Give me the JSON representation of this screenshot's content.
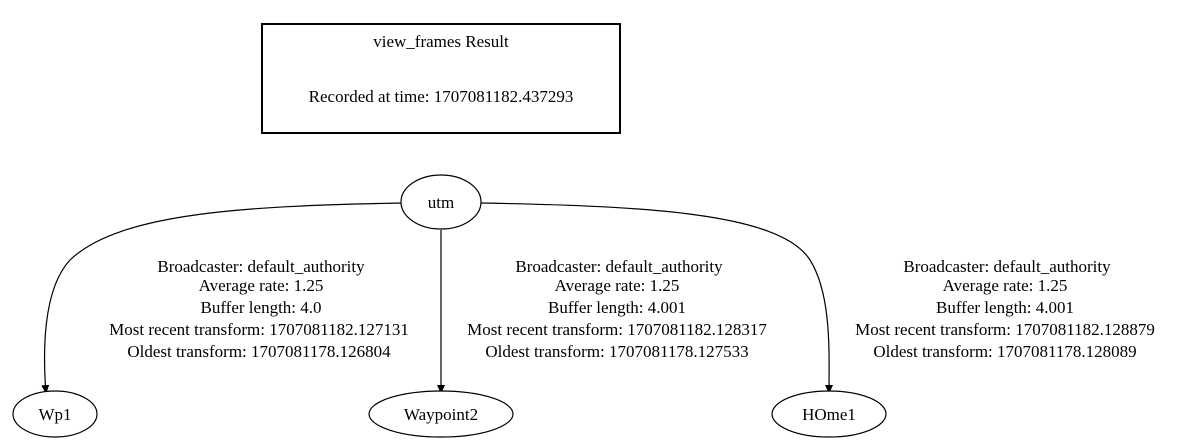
{
  "header": {
    "title": "view_frames Result",
    "recorded": "Recorded at time: 1707081182.437293"
  },
  "root": {
    "label": "utm"
  },
  "edges": [
    {
      "child": "Wp1",
      "lines": [
        "Broadcaster: default_authority",
        "Average rate: 1.25",
        "Buffer length: 4.0",
        "Most recent transform: 1707081182.127131",
        "Oldest transform: 1707081178.126804"
      ]
    },
    {
      "child": "Waypoint2",
      "lines": [
        "Broadcaster: default_authority",
        "Average rate: 1.25",
        "Buffer length: 4.001",
        "Most recent transform: 1707081182.128317",
        "Oldest transform: 1707081178.127533"
      ]
    },
    {
      "child": "HOme1",
      "lines": [
        "Broadcaster: default_authority",
        "Average rate: 1.25",
        "Buffer length: 4.001",
        "Most recent transform: 1707081182.128879",
        "Oldest transform: 1707081178.128089"
      ]
    }
  ]
}
